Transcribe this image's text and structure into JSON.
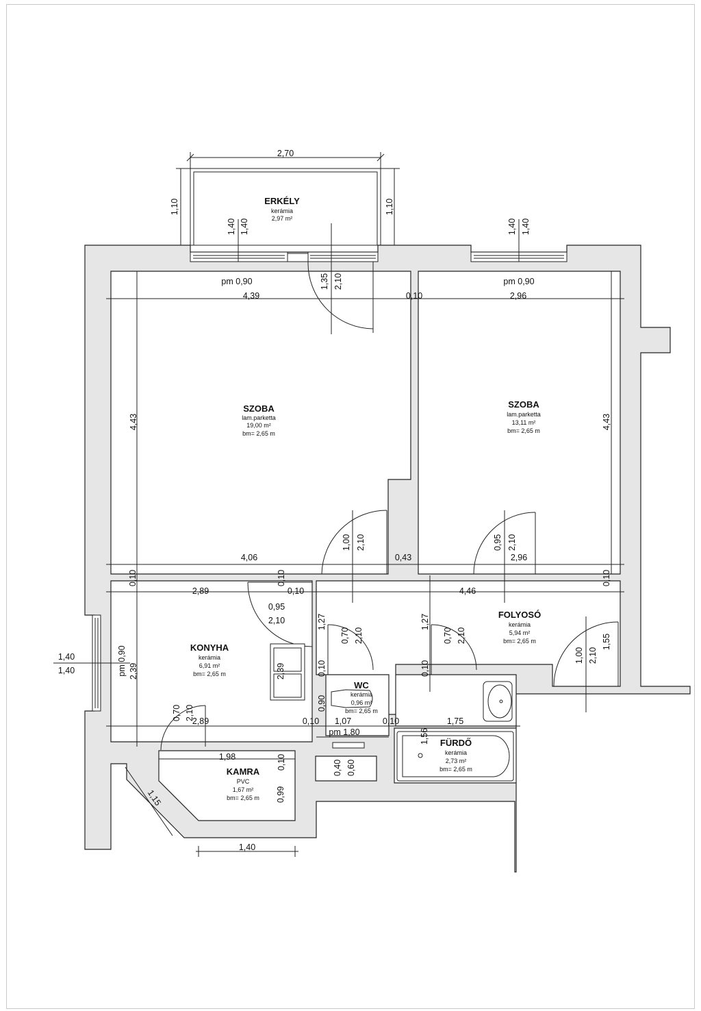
{
  "rooms": {
    "erkely": {
      "name": "ERKÉLY",
      "material": "kerámia",
      "area": "2,97 m²"
    },
    "szoba1": {
      "name": "SZOBA",
      "material": "lam.parketta",
      "area": "19,00 m²",
      "height": "bm= 2,65 m"
    },
    "szoba2": {
      "name": "SZOBA",
      "material": "lam.parketta",
      "area": "13,11 m²",
      "height": "bm= 2,65 m"
    },
    "konyha": {
      "name": "KONYHA",
      "material": "kerámia",
      "area": "6,91 m²",
      "height": "bm= 2,65 m"
    },
    "folyoso": {
      "name": "FOLYOSÓ",
      "material": "kerámia",
      "area": "5,94 m²",
      "height": "bm= 2,65 m"
    },
    "wc": {
      "name": "WC",
      "material": "kerámia",
      "area": "0,96 m²",
      "height": "bm= 2,65 m"
    },
    "furdo": {
      "name": "FÜRDŐ",
      "material": "kerámia",
      "area": "2,73 m²",
      "height": "bm= 2,65 m"
    },
    "kamra": {
      "name": "KAMRA",
      "material": "PVC",
      "area": "1,67 m²",
      "height": "bm= 2,65 m"
    }
  },
  "dims": {
    "d_2_70": "2,70",
    "d_1_10_l": "1,10",
    "d_1_10_r": "1,10",
    "d_1_40_bal1": "1,40",
    "d_1_40_bal2": "1,40",
    "d_1_40_szob1": "1,40",
    "d_1_40_szob2": "1,40",
    "d_1_35": "1,35",
    "d_2_10_erk": "2,10",
    "d_pm090_1": "pm 0,90",
    "d_pm090_2": "pm 0,90",
    "d_4_39": "4,39",
    "d_0_10_top": "0,10",
    "d_2_96_top": "2,96",
    "d_4_43_l": "4,43",
    "d_4_43_r": "4,43",
    "d_1_00_a": "1,00",
    "d_2_10_a": "2,10",
    "d_0_95_a": "0,95",
    "d_2_10_b": "2,10",
    "d_4_06": "4,06",
    "d_0_43": "0,43",
    "d_2_96_b": "2,96",
    "d_0_10_a": "0,10",
    "d_0_10_b": "0,10",
    "d_0_10_c": "0,10",
    "d_0_10_d": "0,10",
    "d_2_89_top": "2,89",
    "d_4_46": "4,46",
    "d_0_95_b": "0,95",
    "d_2_10_c": "2,10",
    "d_1_27_a": "1,27",
    "d_0_70_a": "0,70",
    "d_2_10_d": "2,10",
    "d_1_27_b": "1,27",
    "d_0_70_b": "0,70",
    "d_2_10_e": "2,10",
    "d_1_00_b": "1,00",
    "d_2_10_f": "2,10",
    "d_1_55": "1,55",
    "d_1_40_ext1": "1,40",
    "d_1_40_ext2": "1,40",
    "d_pm090_3": "pm 0,90",
    "d_2_39_a": "2,39",
    "d_2_39_b": "2,39",
    "d_0_10_e": "0,10",
    "d_0_10_f": "0,10",
    "d_0_90": "0,90",
    "d_0_70_c": "0,70",
    "d_2_10_g": "2,10",
    "d_2_89_bot": "2,89",
    "d_0_10_g": "0,10",
    "d_1_07": "1,07",
    "d_0_10_h": "0,10",
    "d_1_75": "1,75",
    "d_pm180": "pm 1,80",
    "d_1_56": "1,56",
    "d_1_98": "1,98",
    "d_0_10_i": "0,10",
    "d_0_40": "0,40",
    "d_0_60": "0,60",
    "d_0_99": "0,99",
    "d_1_15": "1,15",
    "d_1_40_bot": "1,40"
  }
}
